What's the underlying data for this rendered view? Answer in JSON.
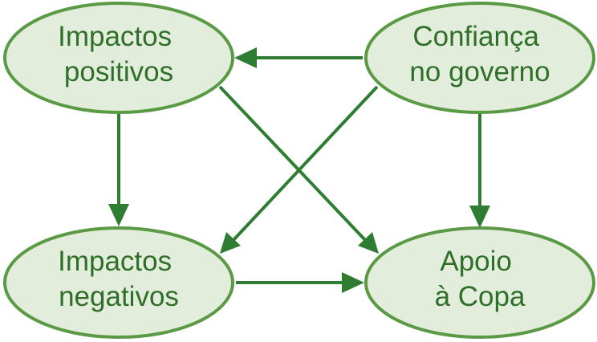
{
  "colors": {
    "node_fill": "#e2eedb",
    "node_border": "#5a9a45",
    "text": "#2f6f2a",
    "arrow": "#2e7d32"
  },
  "nodes": {
    "positive_impacts": {
      "line1": "Impactos",
      "line2": "positivos"
    },
    "government_trust": {
      "line1": "Confiança",
      "line2": "no governo"
    },
    "negative_impacts": {
      "line1": "Impactos",
      "line2": "negativos"
    },
    "cup_support": {
      "line1": "Apoio",
      "line2": "à Copa"
    }
  },
  "edges": [
    {
      "from": "government_trust",
      "to": "positive_impacts"
    },
    {
      "from": "government_trust",
      "to": "negative_impacts"
    },
    {
      "from": "government_trust",
      "to": "cup_support"
    },
    {
      "from": "positive_impacts",
      "to": "negative_impacts"
    },
    {
      "from": "positive_impacts",
      "to": "cup_support"
    },
    {
      "from": "negative_impacts",
      "to": "cup_support"
    }
  ]
}
